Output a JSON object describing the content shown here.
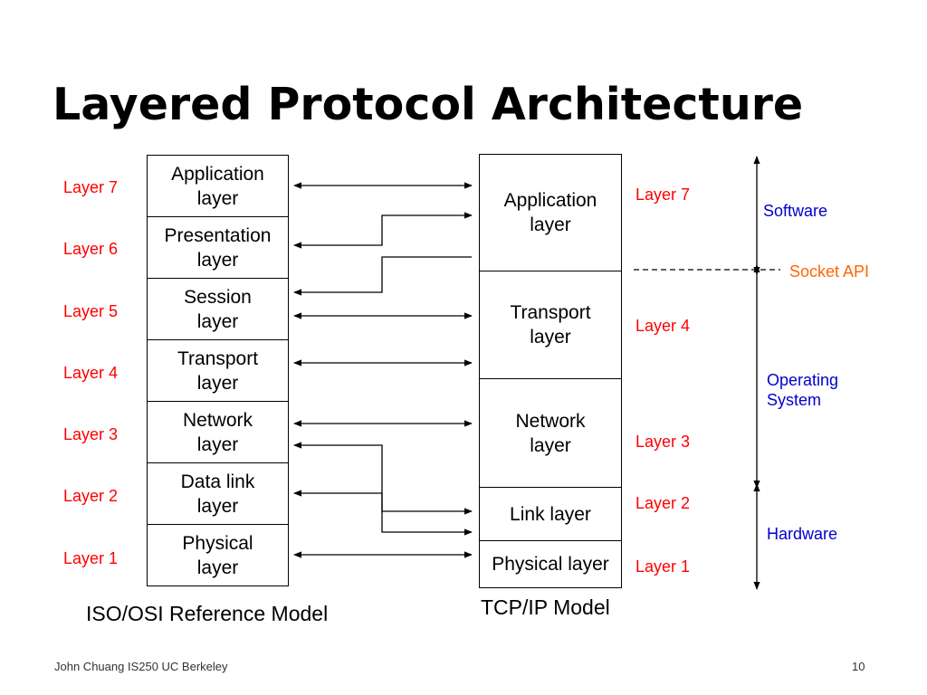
{
  "title": "Layered Protocol Architecture",
  "osi": {
    "caption": "ISO/OSI Reference Model",
    "layers": [
      {
        "line1": "Application",
        "line2": "layer",
        "label": "Layer 7"
      },
      {
        "line1": "Presentation",
        "line2": "layer",
        "label": "Layer 6"
      },
      {
        "line1": "Session",
        "line2": "layer",
        "label": "Layer 5"
      },
      {
        "line1": "Transport",
        "line2": "layer",
        "label": "Layer 4"
      },
      {
        "line1": "Network",
        "line2": "layer",
        "label": "Layer 3"
      },
      {
        "line1": "Data link",
        "line2": "layer",
        "label": "Layer 2"
      },
      {
        "line1": "Physical",
        "line2": "layer",
        "label": "Layer 1"
      }
    ]
  },
  "tcpip": {
    "caption": "TCP/IP Model",
    "layers": [
      {
        "line1": "Application",
        "line2": "layer",
        "label": "Layer 7"
      },
      {
        "line1": "Transport",
        "line2": "layer",
        "label": "Layer 4"
      },
      {
        "line1": "Network",
        "line2": "layer",
        "label": "Layer 3"
      },
      {
        "line1": "Link layer",
        "line2": "",
        "label": "Layer 2"
      },
      {
        "line1": "Physical layer",
        "line2": "",
        "label": "Layer 1"
      }
    ]
  },
  "scope": {
    "software": "Software",
    "socket_api": "Socket API",
    "os_line1": "Operating",
    "os_line2": "System",
    "hardware": "Hardware"
  },
  "footer": {
    "credit": "John Chuang IS250 UC Berkeley",
    "page": "10"
  }
}
